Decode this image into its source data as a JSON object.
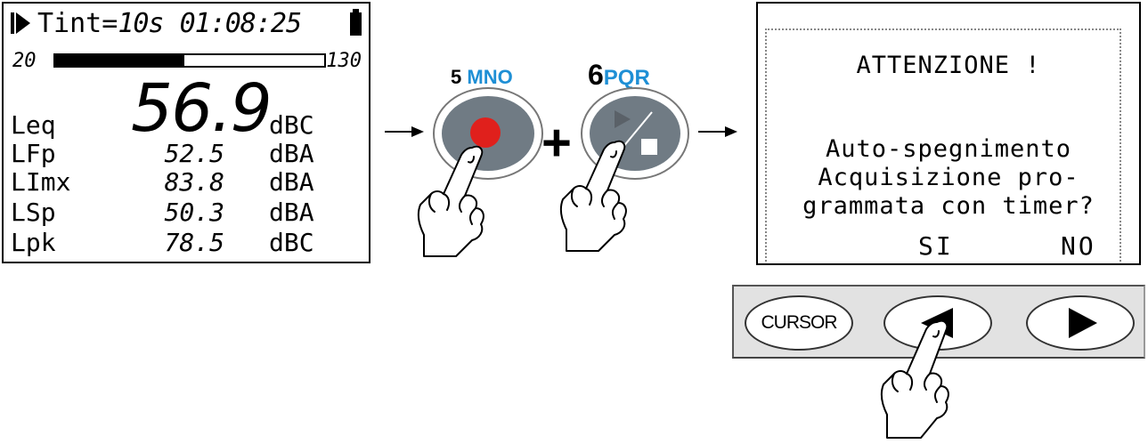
{
  "lcd": {
    "tint_label": "Tint=",
    "tint_value": "10s",
    "clock": "01:08:25",
    "bar_min": "20",
    "bar_max": "130",
    "bar_level": 0.48,
    "big_value": "56.9",
    "big_unit": "dBC",
    "rows": [
      {
        "label": "Leq",
        "value": "",
        "unit": ""
      },
      {
        "label": "LFp",
        "value": "52.5",
        "unit": "dBA"
      },
      {
        "label": "LImx",
        "value": "83.8",
        "unit": "dBA"
      },
      {
        "label": "LSp",
        "value": "50.3",
        "unit": "dBA"
      },
      {
        "label": "Lpk",
        "value": "78.5",
        "unit": "dBC"
      }
    ]
  },
  "keys": {
    "key5": {
      "number": "5",
      "letters": "MNO"
    },
    "key6": {
      "number": "6",
      "letters": "PQR"
    },
    "plus": "+"
  },
  "dialog": {
    "title": "ATTENZIONE !",
    "line1": "Auto-spegnimento",
    "line2": "Acquisizione pro-",
    "line3": "grammata con timer?",
    "yes": "SI",
    "no": "NO"
  },
  "toolbar": {
    "cursor_label": "CURSOR",
    "left_icon": "left-triangle-icon",
    "right_icon": "right-triangle-icon"
  },
  "colors": {
    "key_letters": "#1e8fd5",
    "key_face": "#707b84",
    "record_dot": "#e0201c",
    "toolbar_bg": "#e2e2e2"
  }
}
